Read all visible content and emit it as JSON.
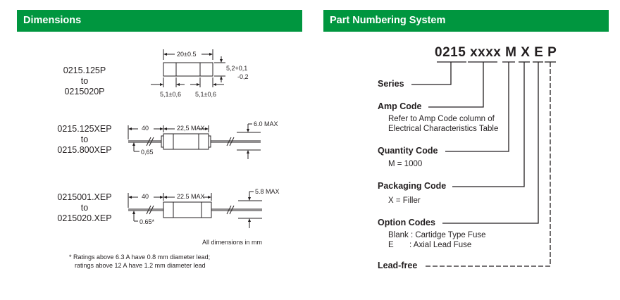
{
  "dimensions": {
    "title": "Dimensions",
    "fig1": {
      "pn_from": "0215.125P",
      "to": "to",
      "pn_to": "0215020P",
      "length": "20±0.5",
      "dia": "5,2+0,1",
      "dia_tol": "-0,2",
      "cap_left": "5,1±0,6",
      "cap_right": "5,1±0,6"
    },
    "fig2": {
      "pn_from": "0215.125XEP",
      "to": "to",
      "pn_to": "0215.800XEP",
      "lead_len": "40",
      "body_len": "22,5 MAX",
      "lead_dia": "0,65",
      "max_dia": "6.0 MAX"
    },
    "fig3": {
      "pn_from": "0215001.XEP",
      "to": "to",
      "pn_to": "0215020.XEP",
      "lead_len": "40",
      "body_len": "22.5 MAX",
      "lead_dia": "0.65*",
      "max_dia": "5.8 MAX"
    },
    "all_dims": "All dimensions in mm",
    "footnote_1": "*  Ratings above 6.3 A have 0.8 mm diameter lead;",
    "footnote_2": "ratings above 12 A have 1.2 mm diameter lead"
  },
  "part_numbering": {
    "title": "Part Numbering System",
    "code": {
      "series": "0215",
      "amp": "xxxx",
      "m": "M",
      "x": "X",
      "e": "E",
      "p": "P"
    },
    "series_label": "Series",
    "amp_label": "Amp Code",
    "amp_desc_1": "Refer to Amp Code column of",
    "amp_desc_2": "Electrical Characteristics Table",
    "qty_label": "Quantity Code",
    "qty_desc": "M  =  1000",
    "pkg_label": "Packaging Code",
    "pkg_desc": "X  =  Filler",
    "opt_label": "Option Codes",
    "opt_desc_1": "Blank : Cartidge Type Fuse",
    "opt_desc_2": "E       : Axial Lead Fuse",
    "lf_label": "Lead-free"
  }
}
